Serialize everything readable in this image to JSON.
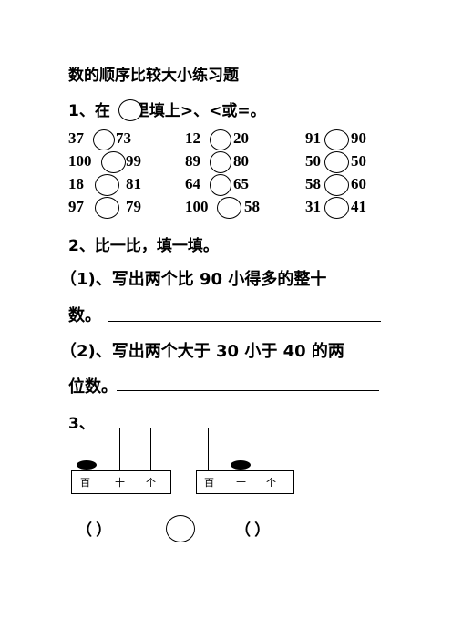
{
  "title": "数的顺序比较大小练习题",
  "q1": {
    "prefix": "1、在",
    "suffix": "里填上>、<或=。",
    "rows": [
      [
        {
          "a": "37",
          "b": "73"
        },
        {
          "a": "12",
          "b": "20"
        },
        {
          "a": "91",
          "b": "90"
        }
      ],
      [
        {
          "a": "100",
          "b": "99"
        },
        {
          "a": "89",
          "b": "80"
        },
        {
          "a": "50",
          "b": "50"
        }
      ],
      [
        {
          "a": "18",
          "b": "81"
        },
        {
          "a": "64",
          "b": "65"
        },
        {
          "a": "58",
          "b": "60"
        }
      ],
      [
        {
          "a": "97",
          "b": "79"
        },
        {
          "a": "100",
          "b": "58"
        },
        {
          "a": "31",
          "b": "41"
        }
      ]
    ]
  },
  "q2": {
    "heading": "2、比一比，填一填。",
    "sub1_line1": "（1)、写出两个比  90  小得多的整十",
    "sub1_line2": "数。",
    "sub2_line1": "（2)、写出两个大于 30 小于 40 的两",
    "sub2_line2": "位数。"
  },
  "q3": {
    "heading": "3、",
    "abacus_left": {
      "labels": [
        "百",
        "十",
        "个"
      ],
      "bead_on": "百"
    },
    "abacus_right": {
      "labels": [
        "百",
        "十",
        "个"
      ],
      "bead_on": "十"
    },
    "paren_left": "（    ）",
    "paren_right": "（    ）"
  }
}
